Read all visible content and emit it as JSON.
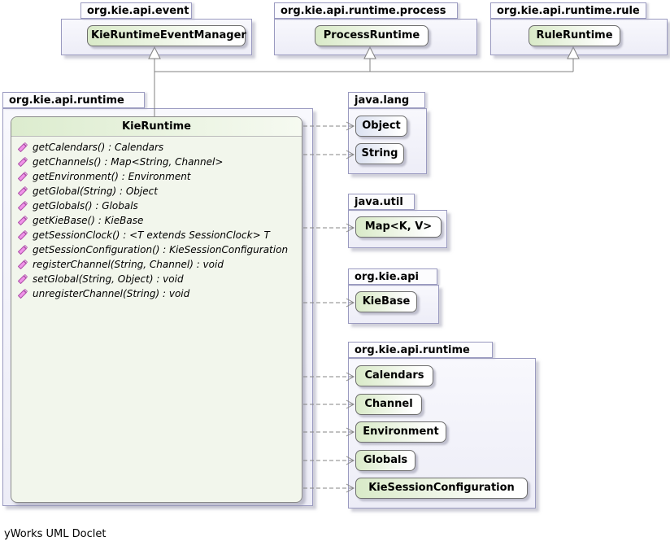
{
  "footer": "yWorks UML Doclet",
  "top_packages": [
    {
      "label": "org.kie.api.event",
      "class_name": "KieRuntimeEventManager"
    },
    {
      "label": "org.kie.api.runtime.process",
      "class_name": "ProcessRuntime"
    },
    {
      "label": "org.kie.api.runtime.rule",
      "class_name": "RuleRuntime"
    }
  ],
  "main_package": {
    "label": "org.kie.api.runtime",
    "class": {
      "name": "KieRuntime",
      "methods": [
        "getCalendars() : Calendars",
        "getChannels() : Map<String, Channel>",
        "getEnvironment() : Environment",
        "getGlobal(String) : Object",
        "getGlobals() : Globals",
        "getKieBase() : KieBase",
        "getSessionClock() : <T extends SessionClock> T",
        "getSessionConfiguration() : KieSessionConfiguration",
        "registerChannel(String, Channel) : void",
        "setGlobal(String, Object) : void",
        "unregisterChannel(String) : void"
      ]
    }
  },
  "right_packages": [
    {
      "label": "java.lang",
      "classes": [
        "Object",
        "String"
      ]
    },
    {
      "label": "java.util",
      "classes": [
        "Map<K, V>"
      ]
    },
    {
      "label": "org.kie.api",
      "classes": [
        "KieBase"
      ]
    },
    {
      "label": "org.kie.api.runtime",
      "classes": [
        "Calendars",
        "Channel",
        "Environment",
        "Globals",
        "KieSessionConfiguration"
      ]
    }
  ],
  "icons": {
    "method_icon": "pink-method-marker",
    "generalization": "hollow-triangle-arrow",
    "dependency": "dashed-open-arrow"
  },
  "colors": {
    "package_fill": "#f2f2fa",
    "package_border": "#9a9ac0",
    "class_green": "#d9eac8",
    "class_blue": "#dbe1f0",
    "main_box_fill": "#f2f6ec",
    "connector": "#808080",
    "method_icon_pink": "#f193e9"
  }
}
